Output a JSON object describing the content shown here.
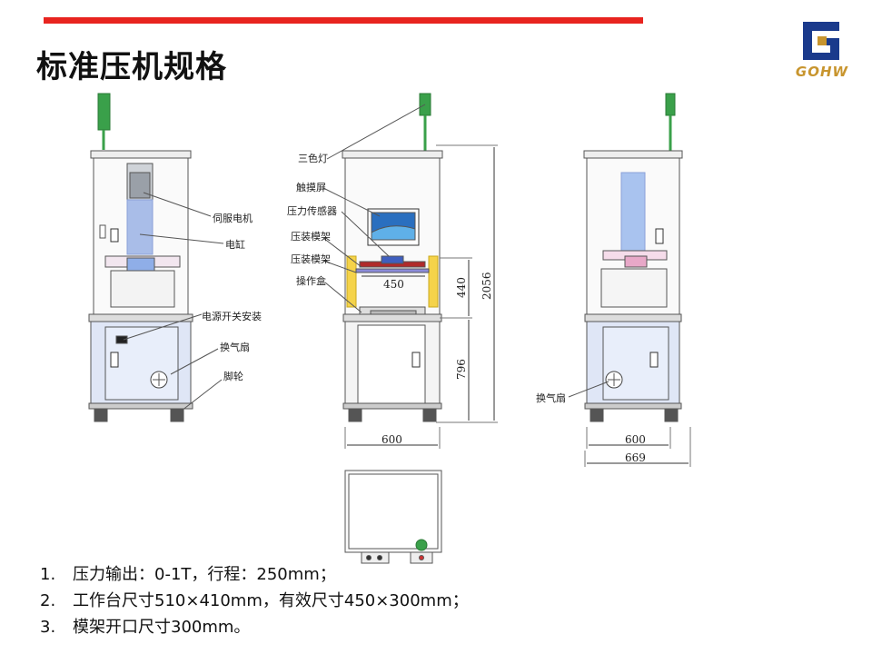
{
  "page": {
    "title": "标准压机规格",
    "accent": "#e8241f"
  },
  "logo": {
    "text": "GOHW",
    "brand_color": "#1a3a8c",
    "gold_color": "#c8952e"
  },
  "left_view": {
    "labels": {
      "servo_motor": "伺服电机",
      "cylinder": "电缸",
      "power_switch": "电源开关安装",
      "fan": "换气扇",
      "caster": "脚轮"
    }
  },
  "front_view": {
    "labels": {
      "tri_color_light": "三色灯",
      "touch_screen": "触摸屏",
      "pressure_sensor": "压力传感器",
      "die_frame_upper": "压装模架",
      "die_frame_lower": "压装模架",
      "operation_box": "操作盒"
    },
    "dims": {
      "opening_width": "450",
      "opening_height": "440",
      "total_height": "2056",
      "base_height": "796",
      "width": "600"
    }
  },
  "right_view": {
    "labels": {
      "fan": "换气扇"
    },
    "dims": {
      "width_inner": "600",
      "width_outer": "669"
    }
  },
  "specs": [
    {
      "num": "1.",
      "text": "压力输出：0-1T，行程：250mm；"
    },
    {
      "num": "2.",
      "text": "工作台尺寸510×410mm，有效尺寸450×300mm；"
    },
    {
      "num": "3.",
      "text": "模架开口尺寸300mm。"
    }
  ]
}
